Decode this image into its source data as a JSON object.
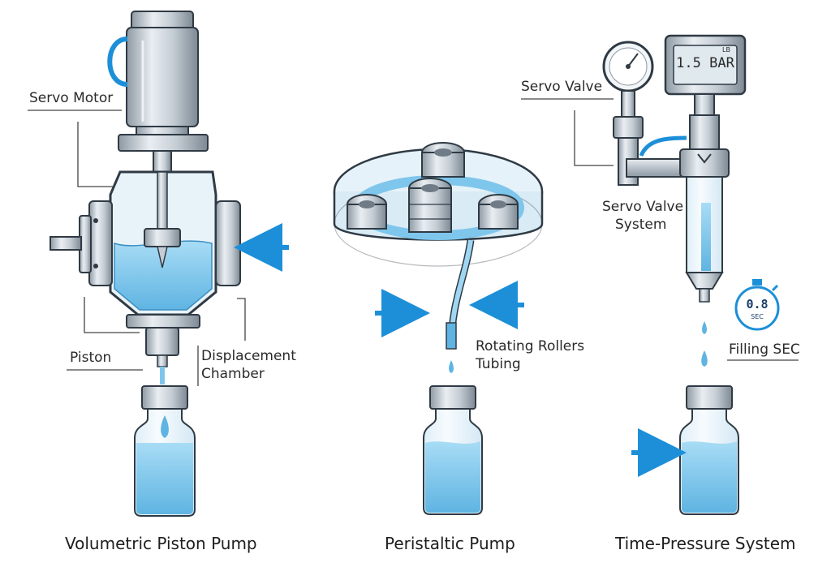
{
  "labels": {
    "servo_motor": "Servo Motor",
    "piston": "Piston",
    "displacement_chamber": [
      "Displacement",
      "Chamber"
    ],
    "rotating_rollers": "Rotating Rollers",
    "tubing": "Tubing",
    "servo_valve": "Servo Valve",
    "servo_valve_system": [
      "Servo Valve",
      "System"
    ],
    "filling_sec": "Filling SEC"
  },
  "readouts": {
    "pressure_display": "1.5 BAR",
    "pressure_unit_small": "LB",
    "timer_value": "0.8",
    "timer_unit": "SEC"
  },
  "captions": {
    "volumetric": "Volumetric Piston Pump",
    "peristaltic": "Peristaltic Pump",
    "time_pressure": "Time-Pressure System"
  },
  "colors": {
    "metal": "#b8c1ca",
    "metal_dark": "#6f7b86",
    "liquid": "#8fcdef",
    "liquid_dark": "#56acdc",
    "glass": "#eaf5fb",
    "arrow": "#1d8fd8",
    "outline": "#2f3a44",
    "leader": "#444444"
  }
}
